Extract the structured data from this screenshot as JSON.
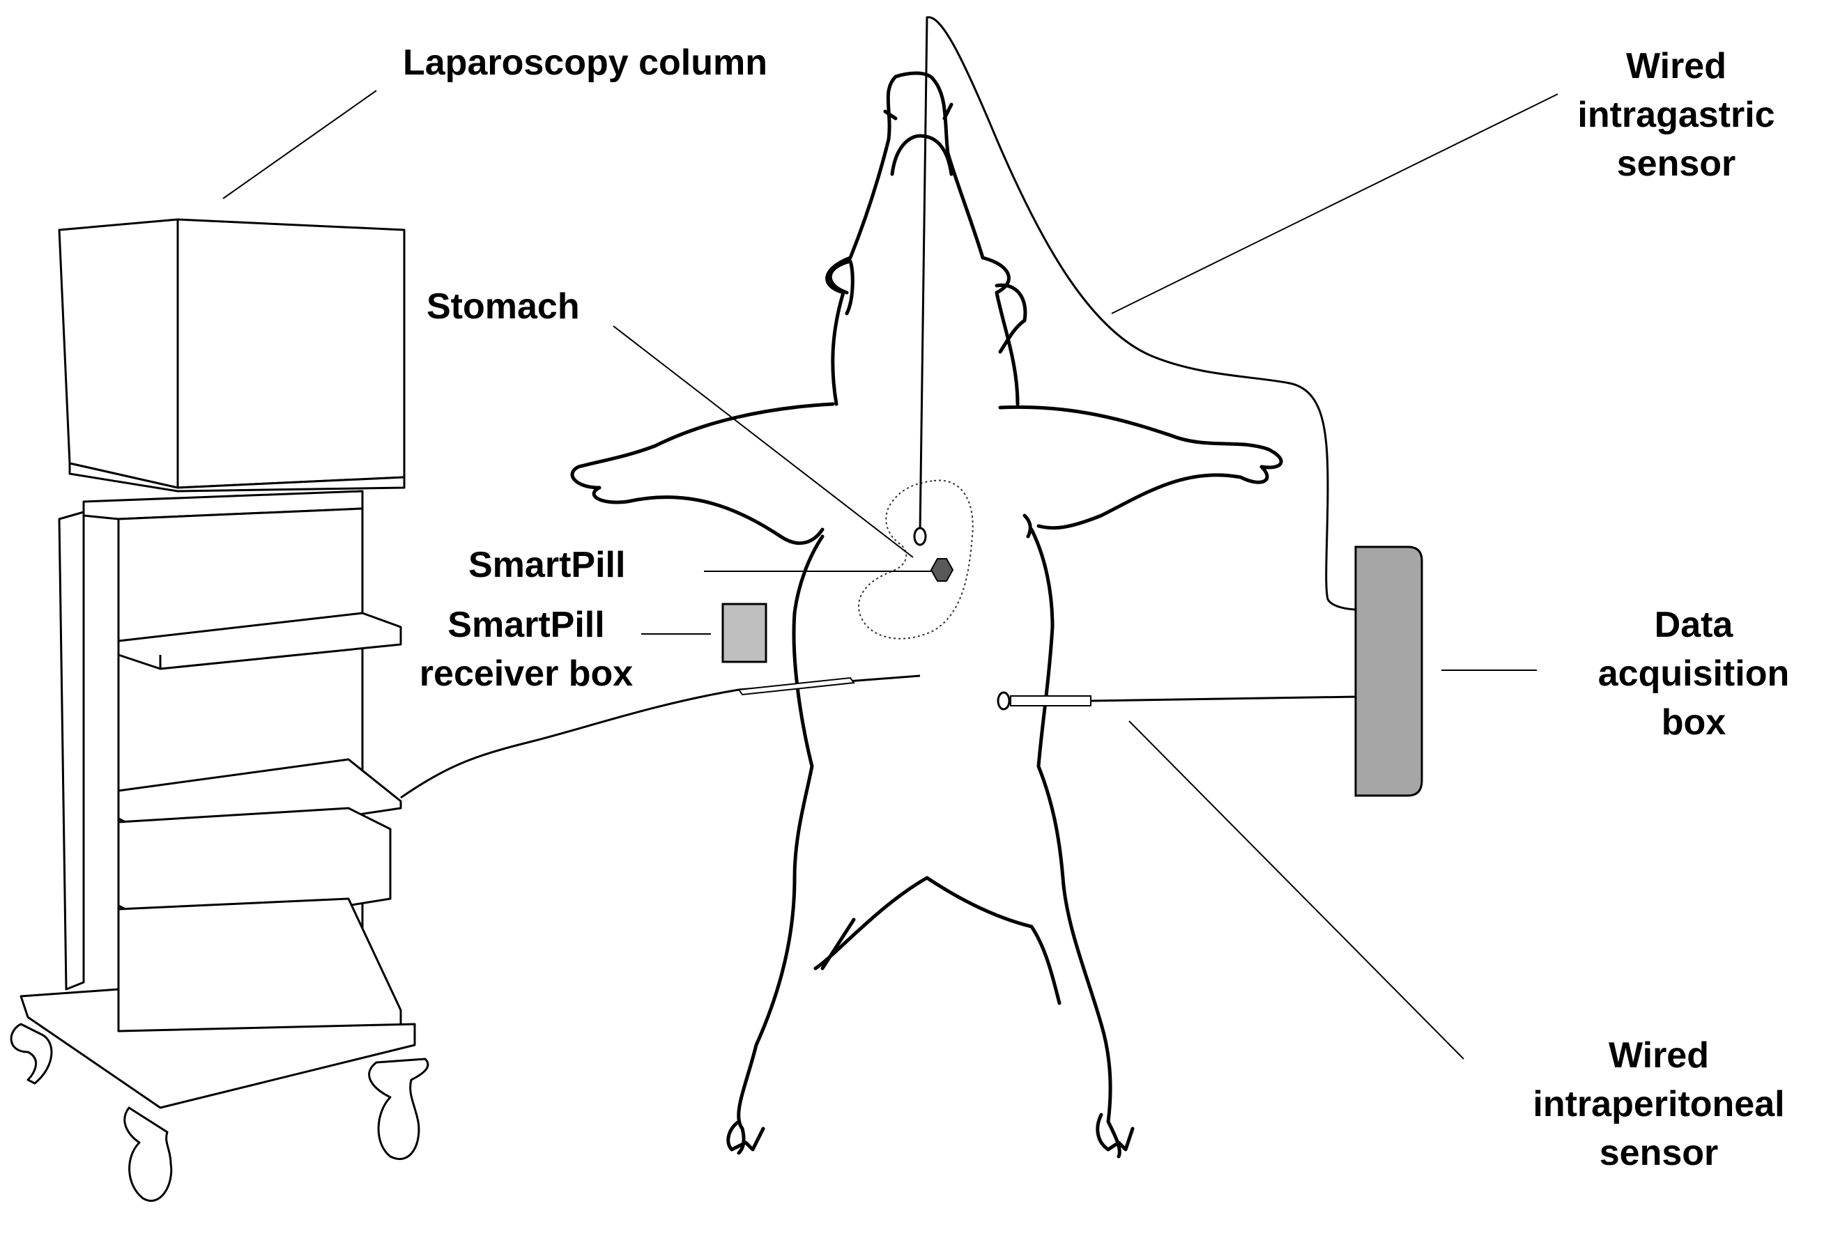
{
  "labels": {
    "laparoscopy_column": "Laparoscopy column",
    "stomach": "Stomach",
    "smartpill": "SmartPill",
    "receiver_line1": "SmartPill",
    "receiver_line2": "receiver box",
    "intragastric_line1": "Wired",
    "intragastric_line2": "intragastric",
    "intragastric_line3": "sensor",
    "daq_line1": "Data",
    "daq_line2": "acquisition",
    "daq_line3": "box",
    "intraperitoneal_line1": "Wired",
    "intraperitoneal_line2": "intraperitoneal",
    "intraperitoneal_line3": "sensor"
  },
  "colors": {
    "line": "#000000",
    "box_fill": "#a6a6a6",
    "receiver_fill": "#bfbfbf",
    "pill_fill": "#595959",
    "background": "#ffffff"
  }
}
